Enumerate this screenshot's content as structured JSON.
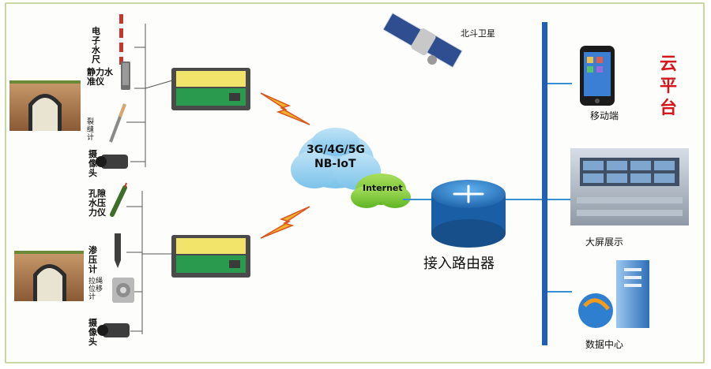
{
  "satellite": {
    "label": "北斗卫星"
  },
  "network": {
    "line1": "3G/4G/5G",
    "line2": "NB-IoT",
    "internet": "Internet"
  },
  "router": {
    "label": "接入路由器"
  },
  "cloud_platform": {
    "label": "云平台"
  },
  "clients": {
    "mobile": "移动端",
    "big_screen": "大屏展示",
    "data_center": "数据中心"
  },
  "site1": {
    "sensors": [
      "电子水尺",
      "静力水准仪",
      "裂缝计",
      "摄像头"
    ]
  },
  "site2": {
    "sensors": [
      "孔隙水压力仪",
      "渗压计",
      "拉绳位移计",
      "摄像头"
    ]
  },
  "colors": {
    "backbone": "#1f5fb4",
    "cloud_text": "#d4161c",
    "link_line": "#3a8fd0",
    "panel_border": "#c9d7a8"
  }
}
